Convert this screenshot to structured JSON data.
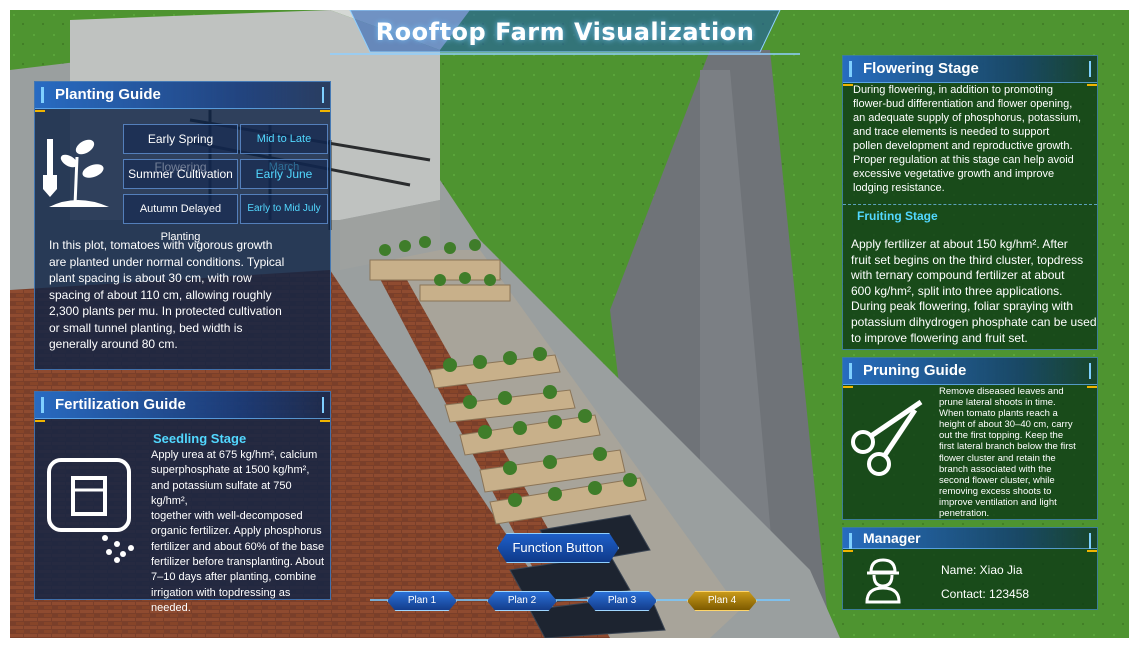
{
  "title": "Rooftop Farm Visualization",
  "planting_guide": {
    "title": "Planting Guide",
    "icon": "seedling-shovel-icon",
    "rows": [
      {
        "label": "Early Spring Flowering",
        "value": "Mid to Late March"
      },
      {
        "label": "Summer Cultivation",
        "value": "Early June"
      },
      {
        "label": "Autumn Delayed Planting",
        "value": "Early to Mid July"
      }
    ],
    "lines": [
      "In this plot, tomatoes with vigorous growth",
      "are planted under normal conditions. Typical",
      "plant spacing is about 30 cm, with row",
      "spacing of about 110 cm, allowing roughly",
      "2,300 plants per mu. In protected cultivation",
      "or small tunnel planting, bed width is",
      "generally around 80 cm."
    ]
  },
  "fertilization_guide": {
    "title": "Fertilization Guide",
    "icon": "fertilizer-bag-icon",
    "subtitle": "Seedling Stage",
    "lines": [
      "Apply urea at 675 kg/hm², calcium",
      "superphosphate at 1500 kg/hm²,",
      "and potassium sulfate at 750 kg/hm²,",
      "together with well-decomposed",
      "organic fertilizer. Apply phosphorus",
      "fertilizer and about 60% of the base",
      "fertilizer before transplanting. About",
      "7–10 days after planting, combine",
      "irrigation with topdressing as needed."
    ]
  },
  "flowering_stage": {
    "title": "Flowering Stage",
    "lines": [
      "During flowering, in addition to promoting",
      "flower-bud differentiation and flower opening,",
      "an adequate supply of phosphorus, potassium,",
      "and trace elements is needed to support",
      "pollen development and reproductive growth.",
      "Proper regulation at this stage can help avoid",
      "excessive vegetative growth and improve",
      "lodging resistance."
    ],
    "fruiting_title": "Fruiting Stage",
    "fruiting_lines": [
      "Apply fertilizer at about 150 kg/hm². After",
      "fruit set begins on the third cluster, topdress",
      "with ternary compound fertilizer at about",
      "600 kg/hm², split into three applications.",
      "During peak flowering, foliar spraying with",
      "potassium dihydrogen phosphate can be used",
      "to improve flowering and fruit set."
    ]
  },
  "pruning_guide": {
    "title": "Pruning Guide",
    "icon": "scissors-icon",
    "lines": [
      "Remove diseased leaves and",
      "prune lateral shoots in time.",
      "When tomato plants reach a",
      "height of about 30–40 cm, carry",
      "out the first topping. Keep the",
      "first lateral branch below the first",
      "flower cluster and retain the",
      "branch associated with the",
      "second flower cluster, while",
      "removing excess shoots to",
      "improve ventilation and light",
      "penetration."
    ]
  },
  "manager": {
    "title": "Manager",
    "icon": "worker-helmet-icon",
    "name_line": "Name: Xiao Jia",
    "contact_line": "Contact:  123458"
  },
  "function_button": "Function Button",
  "plans": [
    {
      "label": "Plan 1",
      "active": false
    },
    {
      "label": "Plan 2",
      "active": false
    },
    {
      "label": "Plan 3",
      "active": false
    },
    {
      "label": "Plan 4",
      "active": true
    }
  ],
  "colors": {
    "accent_cyan": "#52d8ff",
    "panel_blue": "#0f2346",
    "panel_green": "#0a3714",
    "active_plan": "#c99a1a",
    "grass": "#4d8f2f"
  }
}
